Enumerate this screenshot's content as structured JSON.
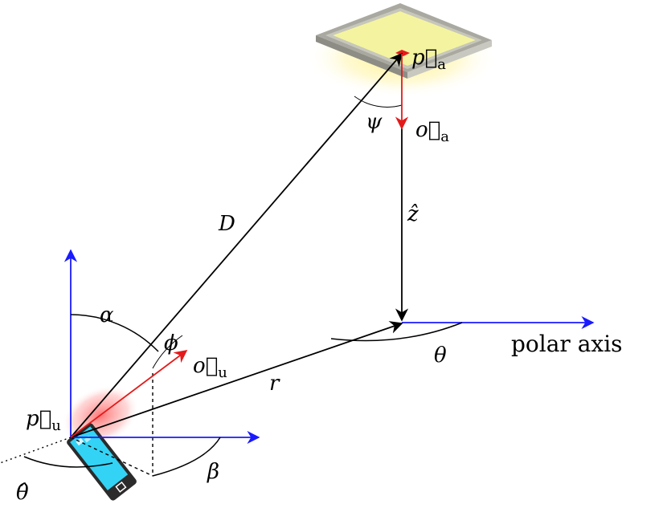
{
  "colors": {
    "black": "#000000",
    "blue": "#1a1aff",
    "red": "#e41a1a",
    "panel_light": "#f4f4a0",
    "panel_frame": "#bdbdb5",
    "glow": "#fff7b0",
    "phone_screen": "#33d3f5",
    "phone_body": "#2b2b2b",
    "user_glow": "#ff8a8a"
  },
  "labels": {
    "p_a": "p⃗",
    "p_a_sub": "a",
    "o_a": "o⃗",
    "o_a_sub": "a",
    "psi": "ψ",
    "z_hat": "ẑ",
    "D": "D",
    "alpha": "α",
    "phi": "ϕ",
    "o_u": "o⃗",
    "o_u_sub": "u",
    "r": "r",
    "theta": "θ",
    "polar_axis": "polar axis",
    "p_u": "p⃗",
    "p_u_sub": "u",
    "theta_hat": "θ̂",
    "beta": "β"
  },
  "icons": [
    "ceiling-light-icon",
    "smartphone-icon"
  ]
}
